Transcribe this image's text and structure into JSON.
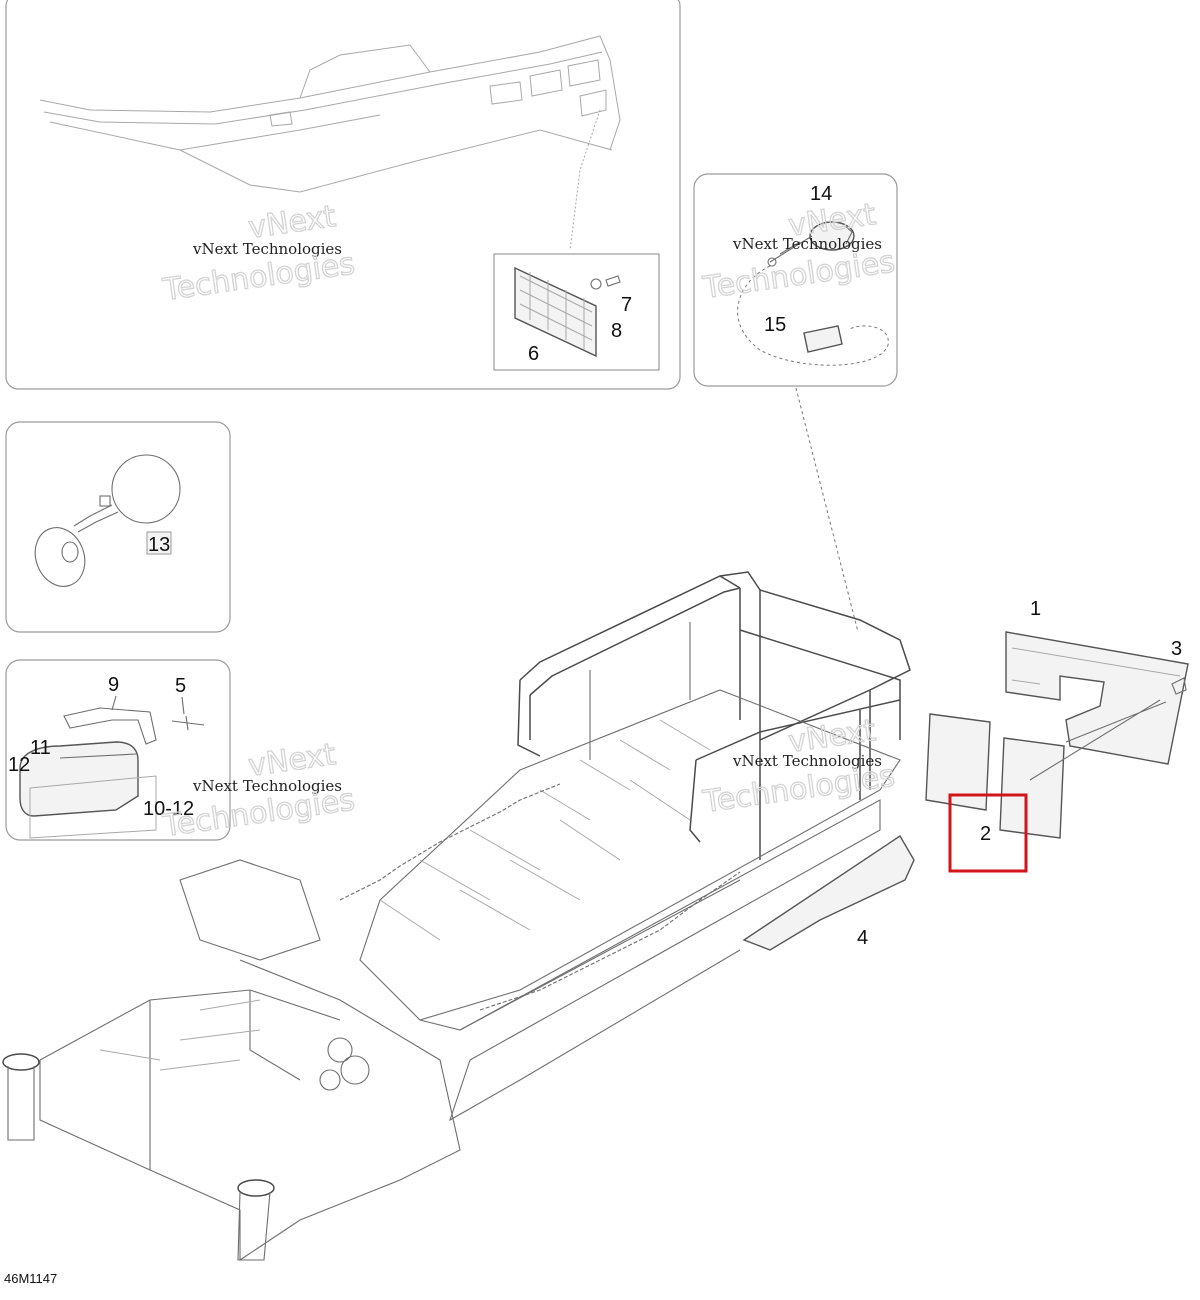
{
  "diagram": {
    "drawing_number": "46M1147",
    "watermark_text": "vNext Technologies",
    "watermark_big_top": "vNext",
    "watermark_big_bottom": "Technologies",
    "highlight_color": "#d0161b",
    "highlighted_callout": "2",
    "callouts": {
      "c1": "1",
      "c2": "2",
      "c3": "3",
      "c4": "4",
      "c5": "5",
      "c6": "6",
      "c7": "7",
      "c8": "8",
      "c9": "9",
      "c11": "11",
      "c12": "12",
      "c10_12": "10-12",
      "c13": "13",
      "c14": "14",
      "c15": "15"
    }
  }
}
